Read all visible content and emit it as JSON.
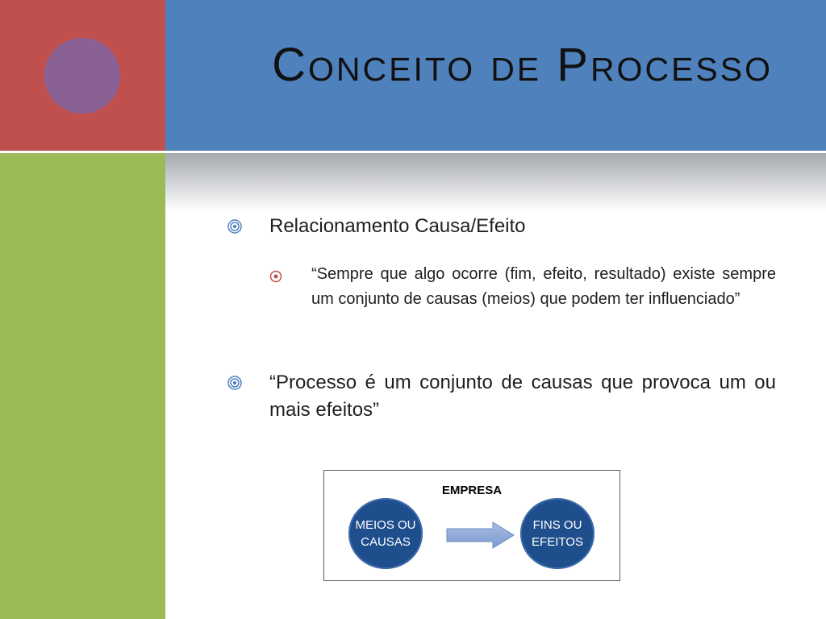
{
  "slide": {
    "title": "Conceito de Processo",
    "bullets": [
      {
        "text": "Relacionamento Causa/Efeito"
      },
      {
        "text": "“Sempre que algo ocorre (fim, efeito, resultado) existe sempre um conjunto de causas (meios) que podem ter influenciado”"
      },
      {
        "text": "“Processo é um conjunto de causas que provoca um ou mais efeitos”"
      }
    ],
    "diagram": {
      "label": "EMPRESA",
      "left_node": "MEIOS OU\nCAUSAS",
      "right_node": "FINS OU\nEFEITOS"
    }
  },
  "colors": {
    "red": "#c0504d",
    "green": "#9bbb59",
    "blue": "#4f81bd",
    "purple": "#8064a2",
    "node": "#1f4e8c",
    "sub_bullet": "#c0504d",
    "bullet": "#4f81bd"
  },
  "icons": {
    "bullet": "concentric-circle-icon",
    "sub_bullet": "target-dot-icon",
    "arrow": "right-arrow-icon"
  }
}
